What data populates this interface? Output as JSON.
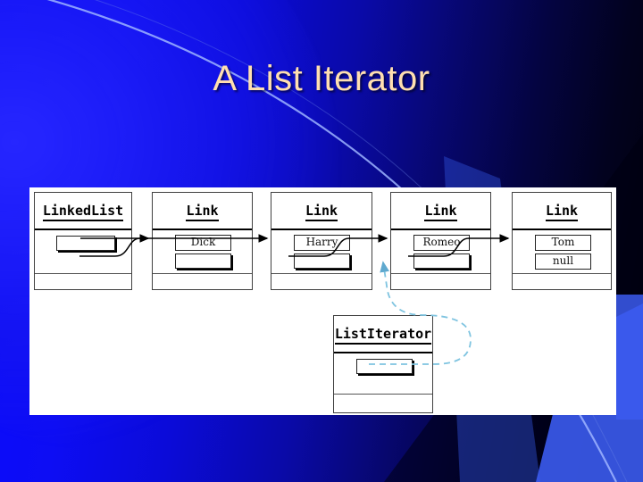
{
  "slide": {
    "title": "A List Iterator",
    "title_color": "#ffdfb0",
    "background_colors": {
      "left": "#0a0aff",
      "right": "#000008",
      "swoosh": "#8fa8ff",
      "accent_triangle": "#3b5bf0"
    }
  },
  "panel": {
    "background": "#ffffff"
  },
  "diagram": {
    "type": "linked-list-with-iterator",
    "boxes": [
      {
        "name": "LinkedList",
        "class_name": "LinkedList",
        "fields": [
          {
            "label": "",
            "kind": "pointer"
          }
        ]
      },
      {
        "name": "Link-Dick",
        "class_name": "Link",
        "fields": [
          {
            "label": "Dick",
            "kind": "value"
          },
          {
            "label": "",
            "kind": "pointer"
          }
        ]
      },
      {
        "name": "Link-Harry",
        "class_name": "Link",
        "fields": [
          {
            "label": "Harry",
            "kind": "value"
          },
          {
            "label": "",
            "kind": "pointer"
          }
        ]
      },
      {
        "name": "Link-Romeo",
        "class_name": "Link",
        "fields": [
          {
            "label": "Romeo",
            "kind": "value"
          },
          {
            "label": "",
            "kind": "pointer"
          }
        ]
      },
      {
        "name": "Link-Tom",
        "class_name": "Link",
        "fields": [
          {
            "label": "Tom",
            "kind": "value"
          },
          {
            "label": "null",
            "kind": "value"
          }
        ]
      },
      {
        "name": "ListIterator",
        "class_name": "ListIterator",
        "fields": [
          {
            "label": "",
            "kind": "pointer"
          }
        ]
      }
    ],
    "connectors": [
      {
        "from": "LinkedList",
        "to": "Link-Dick",
        "style": "solid-straight",
        "color": "#000000"
      },
      {
        "from": "Link-Dick",
        "to": "Link-Harry",
        "style": "solid-curve",
        "color": "#000000"
      },
      {
        "from": "Link-Harry",
        "to": "Link-Romeo",
        "style": "solid-curve",
        "color": "#000000"
      },
      {
        "from": "Link-Romeo",
        "to": "Link-Tom",
        "style": "solid-curve",
        "color": "#000000"
      },
      {
        "from": "ListIterator",
        "to": "Link-Harry",
        "style": "dashed-curve",
        "color": "#7fc4e0"
      }
    ]
  }
}
